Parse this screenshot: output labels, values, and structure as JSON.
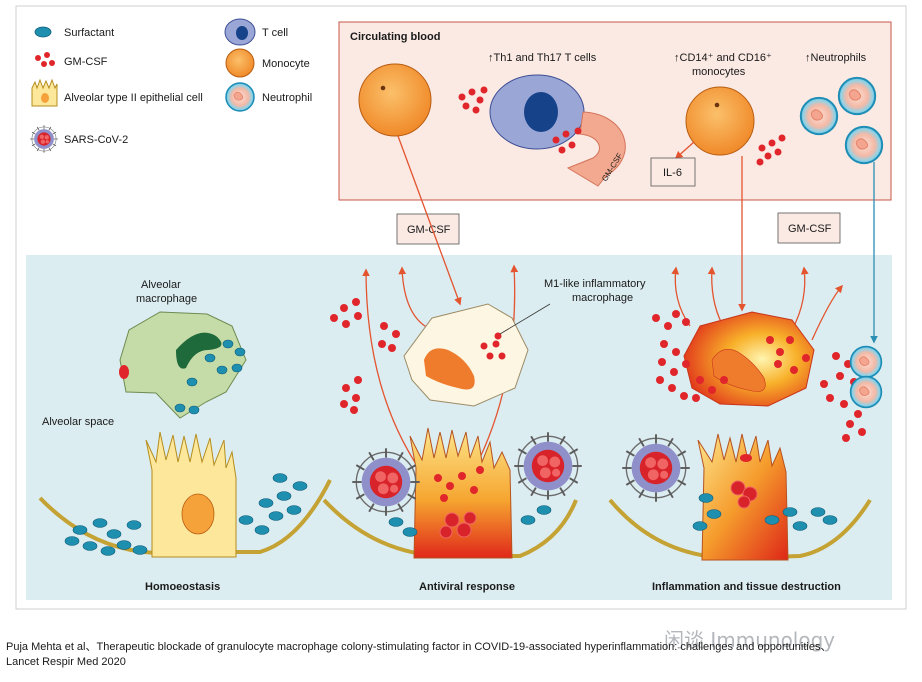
{
  "legend": {
    "surfactant": "Surfactant",
    "gmcsf": "GM-CSF",
    "alveolar_cell": "Alveolar type II epithelial cell",
    "sarscov2": "SARS-CoV-2",
    "tcell": "T cell",
    "monocyte": "Monocyte",
    "neutrophil": "Neutrophil"
  },
  "blood": {
    "title": "Circulating blood",
    "th_label": "↑Th1 and Th17 T cells",
    "mono_line1": "↑CD14⁺ and CD16⁺",
    "mono_line2": "monocytes",
    "neutro_label": "↑Neutrophils",
    "arrow_label": "GM-CSF",
    "il6": "IL-6"
  },
  "boxes": {
    "gmcsf_left": "GM-CSF",
    "gmcsf_right": "GM-CSF"
  },
  "alveolus": {
    "macro_line1": "Alveolar",
    "macro_line2": "macrophage",
    "m1_line1": "M1-like inflammatory",
    "m1_line2": "macrophage",
    "space": "Alveolar space"
  },
  "panels": {
    "p1": "Homoeostasis",
    "p2": "Antiviral response",
    "p3": "Inflammation and tissue destruction"
  },
  "caption": {
    "line1": "Puja Mehta et al、Therapeutic blockade of granulocyte macrophage colony-stimulating factor in COVID-19-associated hyperinflammation: challenges and opportunities、",
    "line2": "Lancet Respir Med 2020"
  },
  "watermark": "闲谈 Immunology",
  "colors": {
    "blood_bg": "#fbe9e3",
    "blood_border": "#c8554a",
    "alveolus_bg": "#dcedf1",
    "gmcsf_dot": "#e0262b",
    "arrow": "#e3542f",
    "teal_arrow": "#2a8fb3",
    "tcell_fill": "#9aa7d6",
    "monocyte_fill": "#f5a23a",
    "surfactant": "#1f8fb0"
  }
}
